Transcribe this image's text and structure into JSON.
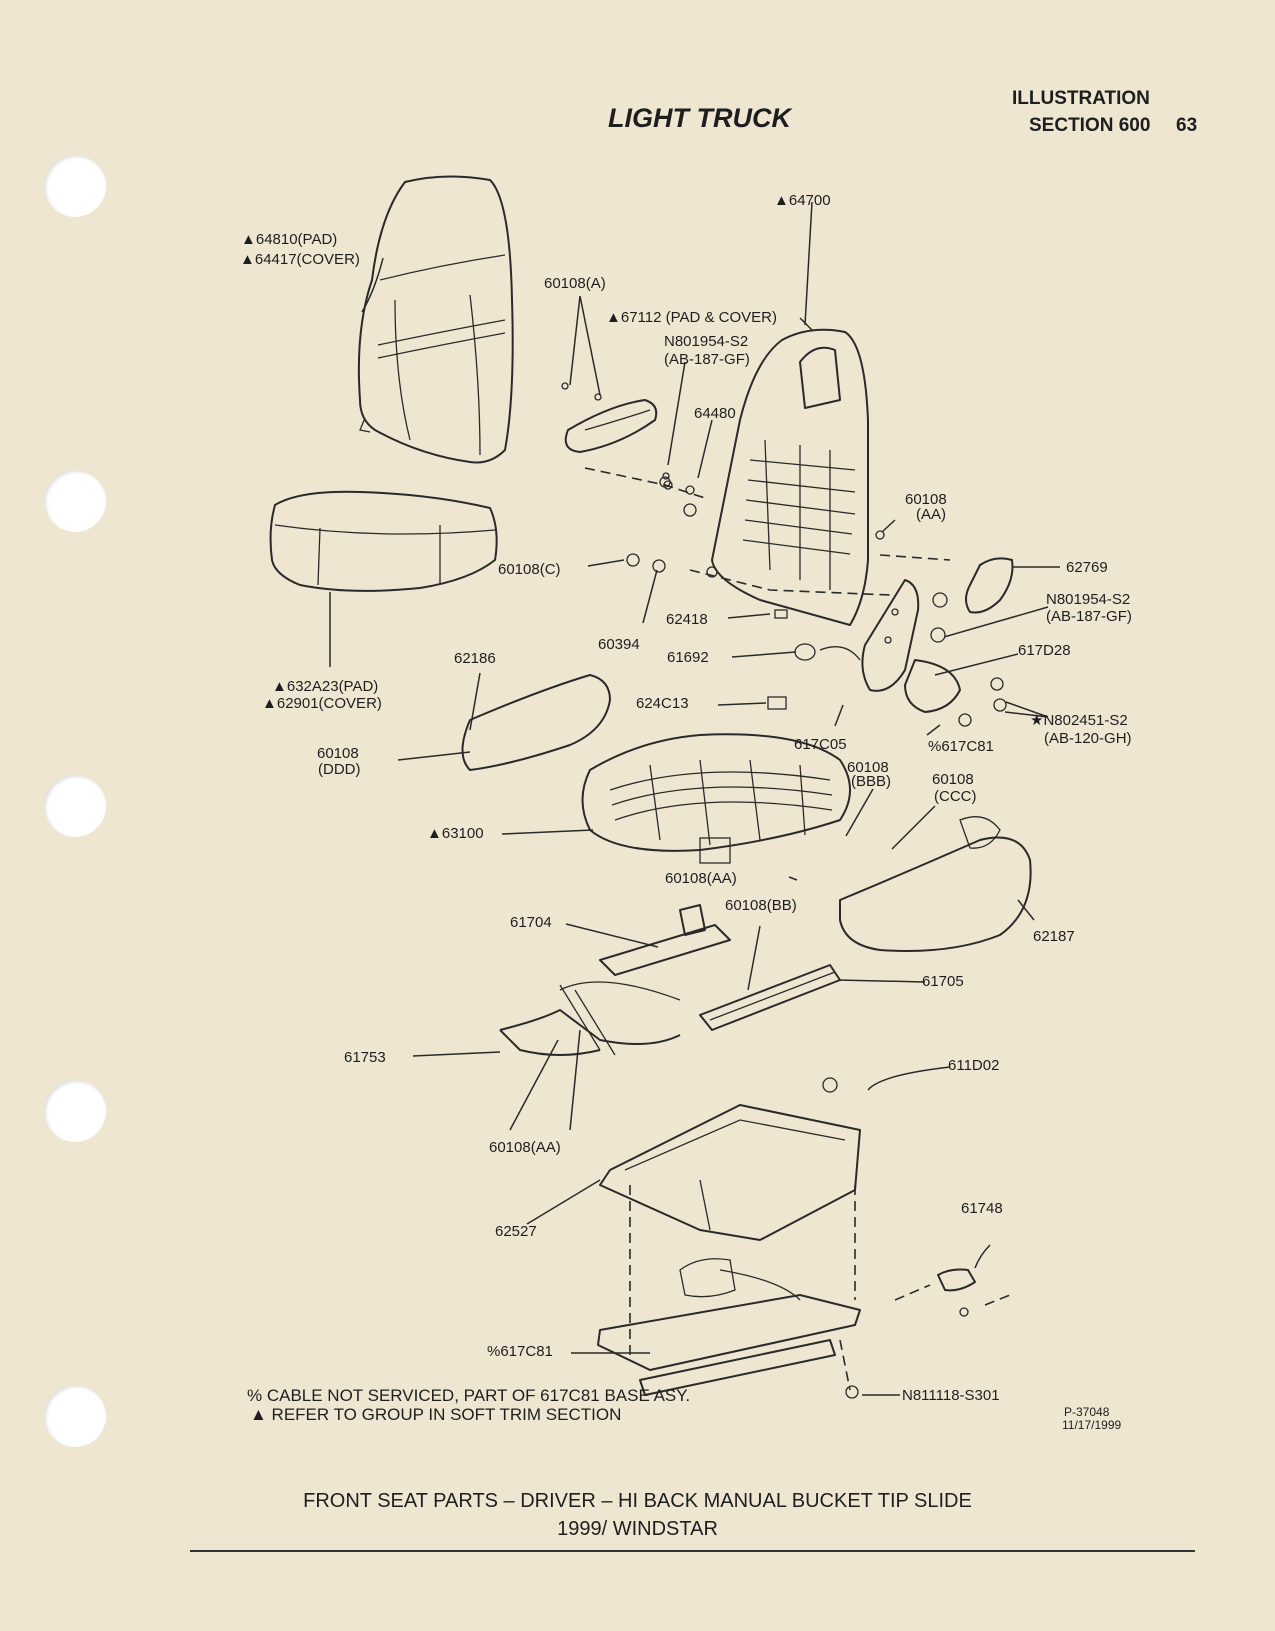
{
  "header": {
    "title": "LIGHT TRUCK",
    "illustration_label": "ILLUSTRATION",
    "section_label": "SECTION 600",
    "page_number": "63"
  },
  "callouts": [
    "▲64810(PAD)",
    "▲64417(COVER)",
    "60108(A)",
    "▲67112 (PAD & COVER)",
    "N801954-S2",
    "(AB-187-GF)",
    "64480",
    "▲64700",
    "60108",
    "(AA)",
    "62769",
    "60108(C)",
    "60394",
    "62418",
    "N801954-S2",
    "(AB-187-GF)",
    "62186",
    "61692",
    "617D28",
    "▲632A23(PAD)",
    "▲62901(COVER)",
    "624C13",
    "★N802451-S2",
    "(AB-120-GH)",
    "60108",
    "(DDD)",
    "617C05",
    "%617C81",
    "60108",
    "(BBB)",
    "60108",
    "(CCC)",
    "▲63100",
    "60108(AA)",
    "60108(BB)",
    "61704",
    "62187",
    "61705",
    "61753",
    "611D02",
    "60108(AA)",
    "62527",
    "61748",
    "%617C81",
    "N811118-S301",
    "P-37048",
    "11/17/1999"
  ],
  "notes": [
    "%  CABLE NOT SERVICED, PART OF 617C81 BASE ASY.",
    "▲ REFER TO GROUP IN SOFT TRIM SECTION"
  ],
  "caption": {
    "line1": "FRONT SEAT PARTS – DRIVER – HI BACK MANUAL BUCKET TIP SLIDE",
    "line2": "1999/ WINDSTAR"
  }
}
